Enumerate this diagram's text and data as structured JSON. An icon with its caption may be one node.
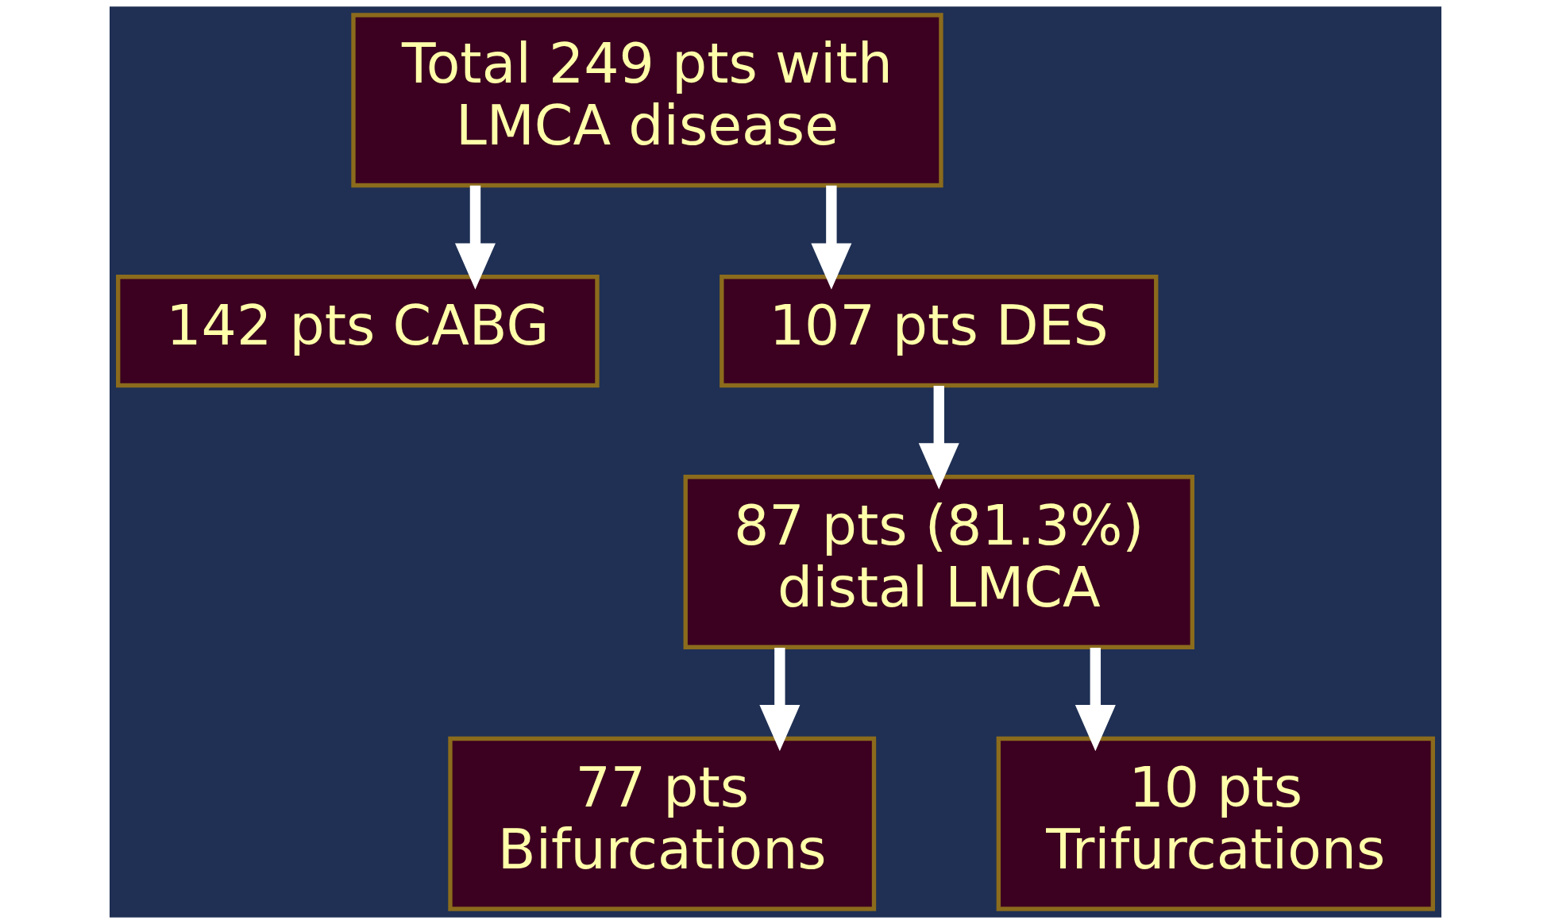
{
  "diagram": {
    "nodes": [
      {
        "text": [
          "Total 249 pts with LMCA disease"
        ]
      },
      {
        "text": [
          "142 pts CABG"
        ]
      },
      {
        "text": [
          "107 pts DES"
        ]
      },
      {
        "text": [
          "87 pts (81.3%) distal LMCA"
        ]
      },
      {
        "text": [
          "77 pts Bifurcations"
        ]
      },
      {
        "text": [
          "10 pts Trifurcations"
        ]
      }
    ],
    "edges": [
      {
        "from": 0,
        "to": 1,
        "arrow": "to"
      },
      {
        "from": 0,
        "to": 2,
        "arrow": "to"
      },
      {
        "from": 2,
        "to": 3,
        "arrow": "to"
      },
      {
        "from": 3,
        "to": 4,
        "arrow": "to"
      },
      {
        "from": 3,
        "to": 5,
        "arrow": "to"
      }
    ]
  }
}
